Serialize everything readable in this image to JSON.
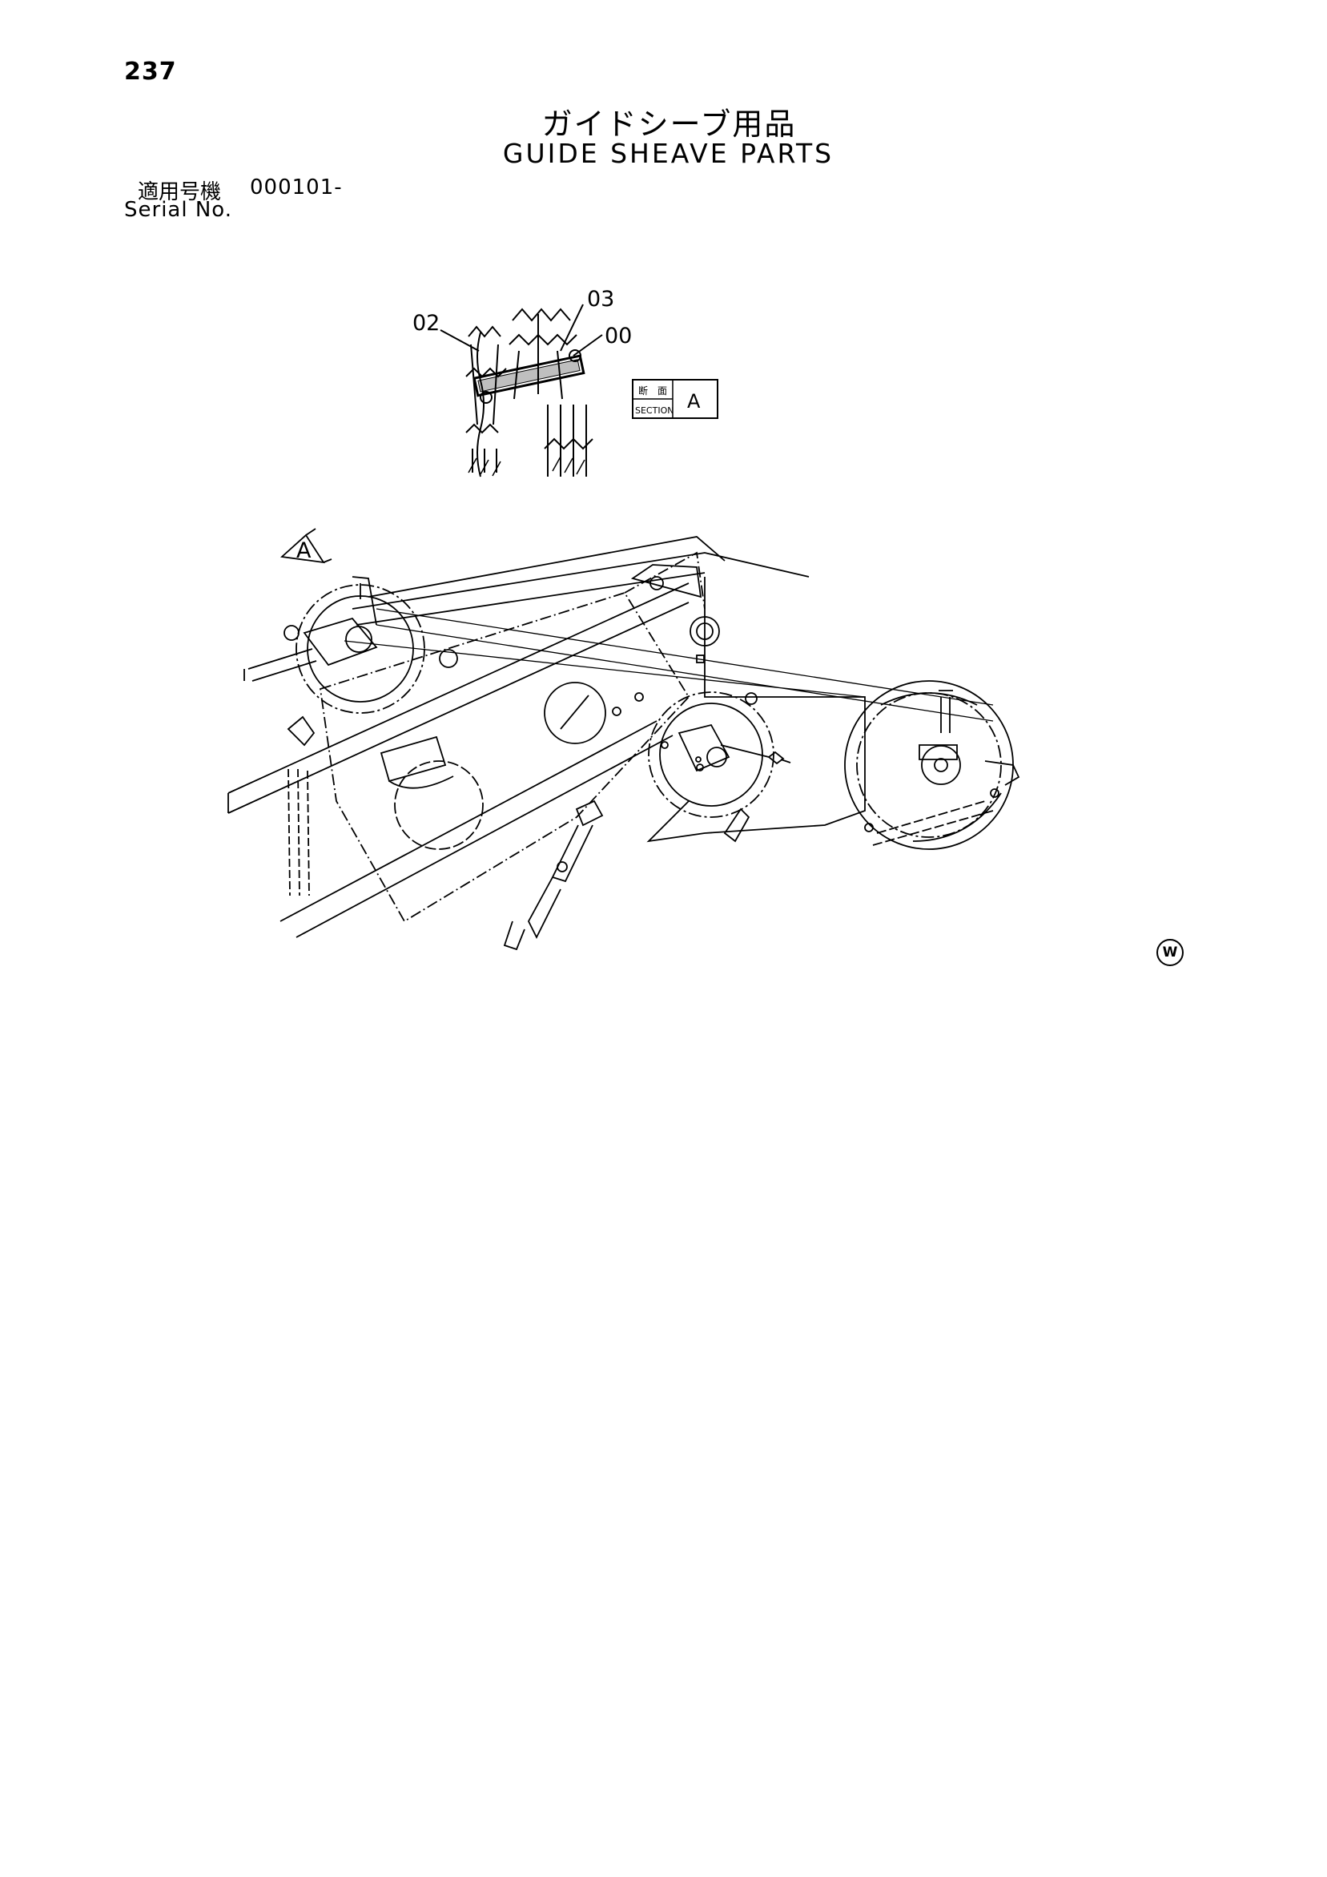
{
  "page_number": "237",
  "title_jp": "ガイドシーブ用品",
  "title_en": "GUIDE SHEAVE PARTS",
  "serial": {
    "label_jp": "適用号機",
    "value": "000101-",
    "label_en": "Serial No."
  },
  "callouts": {
    "c02": "02",
    "c03": "03",
    "c00": "00"
  },
  "section_box": {
    "label_jp": "断　面",
    "label_en": "SECTION",
    "letter": "A"
  },
  "view_marker": "A",
  "variant_mark": "W"
}
